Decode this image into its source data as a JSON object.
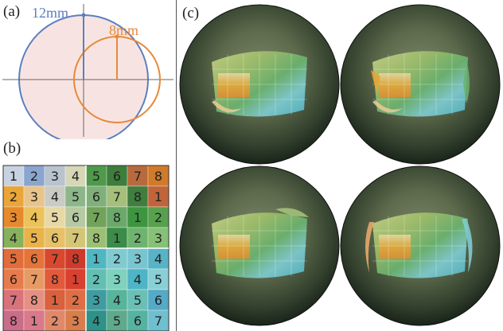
{
  "panels": {
    "a": "(a)",
    "b": "(b)",
    "c": "(c)"
  },
  "diagram_a": {
    "big_circle_label": "12mm",
    "small_circle_label": "8mm",
    "big_color": "#5b7fbf",
    "small_color": "#e8893a",
    "fill_color": "#f7e4e2"
  },
  "grid_b": {
    "rows": [
      [
        1,
        2,
        3,
        4,
        5,
        6,
        7,
        8
      ],
      [
        2,
        3,
        4,
        5,
        6,
        7,
        8,
        1
      ],
      [
        3,
        4,
        5,
        6,
        7,
        8,
        1,
        2
      ],
      [
        4,
        5,
        6,
        7,
        8,
        1,
        2,
        3
      ],
      [
        5,
        6,
        7,
        8,
        1,
        2,
        3,
        4
      ],
      [
        6,
        7,
        8,
        1,
        2,
        3,
        4,
        5
      ],
      [
        7,
        8,
        1,
        2,
        3,
        4,
        5,
        6
      ],
      [
        8,
        1,
        2,
        3,
        4,
        5,
        6,
        7
      ]
    ],
    "colors": [
      [
        "#c9d2e0",
        "#8aa6cf",
        "#b9c3cf",
        "#d7d6b6",
        "#4f9a4a",
        "#3e7d3c",
        "#b86a3c",
        "#d07a2a"
      ],
      [
        "#e9a537",
        "#e8c48a",
        "#c9cbc4",
        "#8db78b",
        "#7fb07a",
        "#a4c07a",
        "#3f7e3f",
        "#c2643a"
      ],
      [
        "#e58a2c",
        "#ecc25a",
        "#e7d9a6",
        "#b7c9a2",
        "#73a35a",
        "#6aa96a",
        "#3e9540",
        "#58a04e"
      ],
      [
        "#88b15c",
        "#e9b34a",
        "#e7c168",
        "#d4c676",
        "#9cc073",
        "#3b8c48",
        "#6eb46f",
        "#86c176"
      ],
      [
        "#e06d3a",
        "#e5743a",
        "#d8482e",
        "#cf3b2a",
        "#4fb7c2",
        "#7fcbd0",
        "#79c5cf",
        "#58b3c6"
      ],
      [
        "#e87b4c",
        "#e79b64",
        "#e25a3b",
        "#d9402f",
        "#63bfb1",
        "#7ed2be",
        "#4fb5c6",
        "#89cfd6"
      ],
      [
        "#d9727a",
        "#e59082",
        "#d9613e",
        "#df6e45",
        "#3f9da1",
        "#57b59c",
        "#6bc0b6",
        "#55aac6"
      ],
      [
        "#c96d89",
        "#d87a8a",
        "#e0896a",
        "#d87d4c",
        "#2f9289",
        "#5fa98c",
        "#56b3a0",
        "#6fbfcf"
      ]
    ]
  },
  "spheres_c": {
    "count": 4,
    "bg_dark": "#1e2a1e",
    "bg_mid": "#7a8366"
  }
}
